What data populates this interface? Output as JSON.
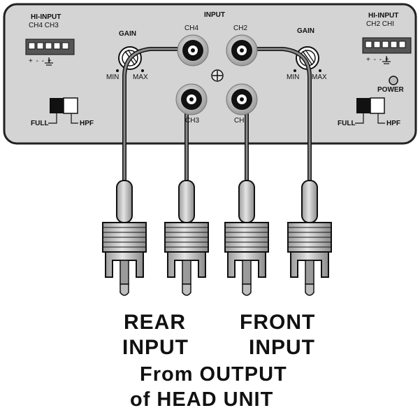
{
  "panel": {
    "left_hi_input": {
      "title": "HI-INPUT",
      "channels": "CH4  CH3",
      "polarity": "+ -   - +"
    },
    "right_hi_input": {
      "title": "HI-INPUT",
      "channels": "CH2  CHI",
      "polarity": "+ -   - +"
    },
    "input_title": "INPUT",
    "left_gain": {
      "title": "GAIN",
      "min": "MIN",
      "max": "MAX"
    },
    "right_gain": {
      "title": "GAIN",
      "min": "MIN",
      "max": "MAX"
    },
    "rca_labels": {
      "ch4": "CH4",
      "ch2": "CH2",
      "ch3": "CH3",
      "ch1": "CHI"
    },
    "power_label": "POWER",
    "left_switch": {
      "full": "FULL",
      "hpf": "HPF"
    },
    "right_switch": {
      "full": "FULL",
      "hpf": "HPF"
    }
  },
  "captions": {
    "rear": "REAR",
    "rear_input": "INPUT",
    "front": "FRONT",
    "front_input": "INPUT",
    "from_output": "From OUTPUT",
    "head_unit": "of HEAD UNIT"
  },
  "colors": {
    "panel": "#d4d4d4",
    "outline": "#222222",
    "cable": "#888888",
    "plug": "#bdbdbd"
  }
}
